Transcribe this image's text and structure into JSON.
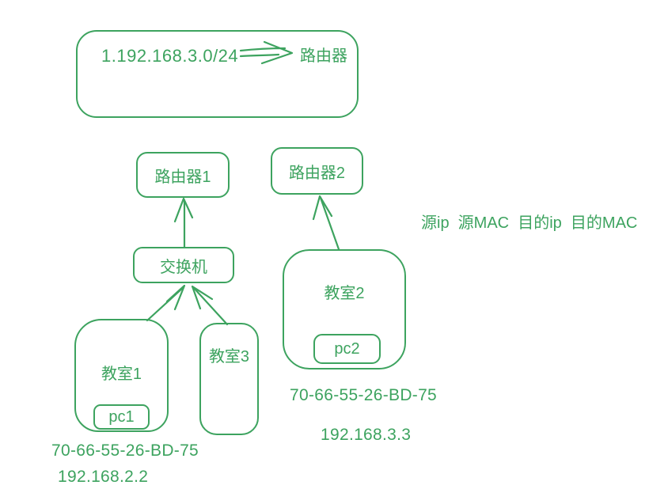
{
  "diagram": {
    "stroke_color": "#3da35f",
    "background": "#ffffff",
    "network_box": {
      "label": "1.192.168.3.0/24",
      "arrow_icon": "double-arrow-right",
      "target_label": "路由器"
    },
    "routers": [
      {
        "label": "路由器1"
      },
      {
        "label": "路由器2"
      }
    ],
    "switch": {
      "label": "交换机"
    },
    "classrooms": [
      {
        "label": "教室1",
        "pc": "pc1",
        "mac": "70-66-55-26-BD-75",
        "ip": "192.168.2.2"
      },
      {
        "label": "教室2",
        "pc": "pc2",
        "mac": "70-66-55-26-BD-75",
        "ip": "192.168.3.3"
      },
      {
        "label": "教室3"
      }
    ],
    "annotation": "源ip  源MAC  目的ip  目的MAC",
    "connections": [
      {
        "from": "1.192.168.3.0/24",
        "to": "路由器"
      },
      {
        "from": "交换机",
        "to": "路由器1"
      },
      {
        "from": "教室1",
        "to": "交换机"
      },
      {
        "from": "教室3",
        "to": "交换机"
      },
      {
        "from": "教室2",
        "to": "路由器2"
      }
    ]
  }
}
